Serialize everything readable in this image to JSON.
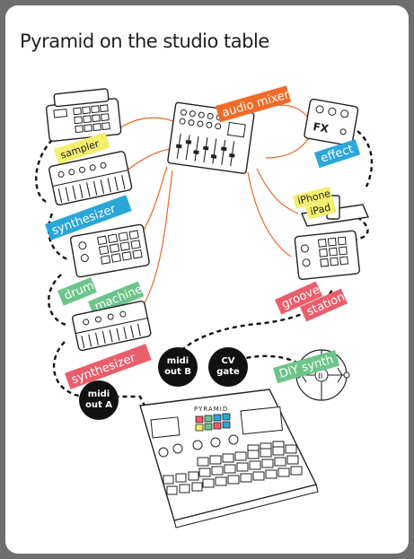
{
  "title": "Pyramid on the studio table",
  "labels": {
    "sampler": "sampler",
    "synth1": "synthesizer",
    "drum_1": "drum",
    "drum_2": "machine",
    "synth2": "synthesizer",
    "mixer": "audio mixer",
    "effect": "effect",
    "iphone": "iPhone",
    "ipad": "iPad",
    "groove_1": "groove",
    "groove_2": "station",
    "diy": "DIY synth",
    "pyramid": "PYRAMID"
  },
  "ports": {
    "midi_a_1": "midi",
    "midi_a_2": "out A",
    "midi_b_1": "midi",
    "midi_b_2": "out B",
    "cv_1": "CV",
    "cv_2": "gate"
  },
  "colors": {
    "yellow": "#f3ef6e",
    "blue": "#2aa6d8",
    "green": "#6cc489",
    "red": "#ea5d6b",
    "orange": "#ee6b28",
    "cable_audio": "#e8672a"
  }
}
